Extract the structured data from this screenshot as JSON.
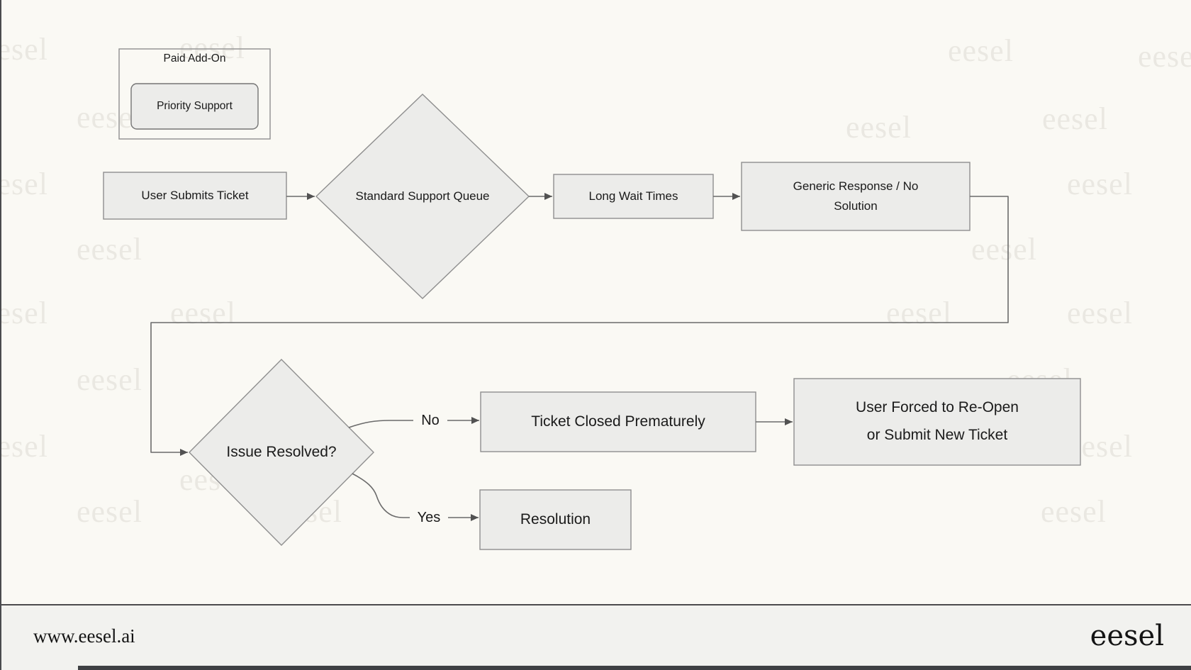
{
  "watermark": {
    "text": "eesel"
  },
  "diagram": {
    "group": {
      "label": "Paid Add-On"
    },
    "nodes": {
      "priority_support": "Priority Support",
      "user_submits": "User Submits Ticket",
      "standard_queue": "Standard Support Queue",
      "long_wait": "Long Wait Times",
      "generic_response": "Generic Response / No\nSolution",
      "issue_resolved": "Issue Resolved?",
      "ticket_closed": "Ticket Closed Prematurely",
      "user_forced": "User Forced to Re-Open\nor Submit New Ticket",
      "resolution": "Resolution"
    },
    "edge_labels": {
      "no": "No",
      "yes": "Yes"
    }
  },
  "footer": {
    "url": "www.eesel.ai",
    "logo": "eesel"
  },
  "colors": {
    "background": "#faf9f4",
    "node_fill": "#ececea",
    "node_border": "#8f8f8f",
    "connector": "#6b6b6b",
    "footer_background": "#f2f2ef",
    "text": "#1a1a1a"
  }
}
